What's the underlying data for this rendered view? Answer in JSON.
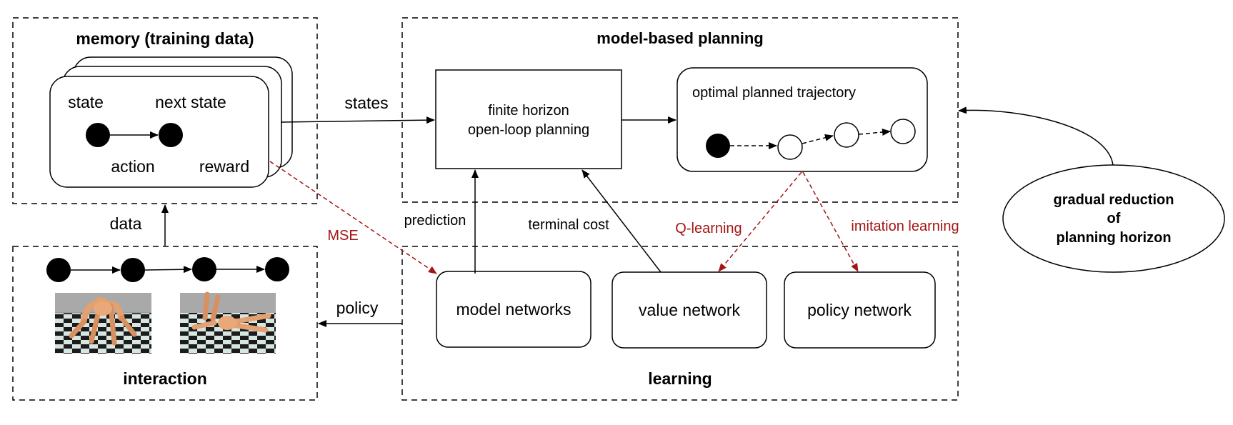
{
  "sections": {
    "memory": {
      "title": "memory (training data)"
    },
    "planning": {
      "title": "model-based planning"
    },
    "interaction": {
      "title": "interaction"
    },
    "learning": {
      "title": "learning"
    }
  },
  "memory_card": {
    "state": "state",
    "next_state": "next state",
    "action": "action",
    "reward": "reward"
  },
  "boxes": {
    "open_loop_line1": "finite horizon",
    "open_loop_line2": "open-loop planning",
    "trajectory": "optimal planned trajectory",
    "model_networks": "model networks",
    "value_network": "value network",
    "policy_network": "policy network"
  },
  "ellipse": {
    "line1": "gradual reduction",
    "line2": "of",
    "line3": "planning horizon"
  },
  "arrow_labels": {
    "states": "states",
    "data": "data",
    "policy": "policy",
    "prediction": "prediction",
    "terminal_cost": "terminal cost",
    "mse": "MSE",
    "q_learning": "Q-learning",
    "imitation_learning": "imitation learning"
  },
  "colors": {
    "red_arrow": "#a31515",
    "line": "#000000"
  }
}
